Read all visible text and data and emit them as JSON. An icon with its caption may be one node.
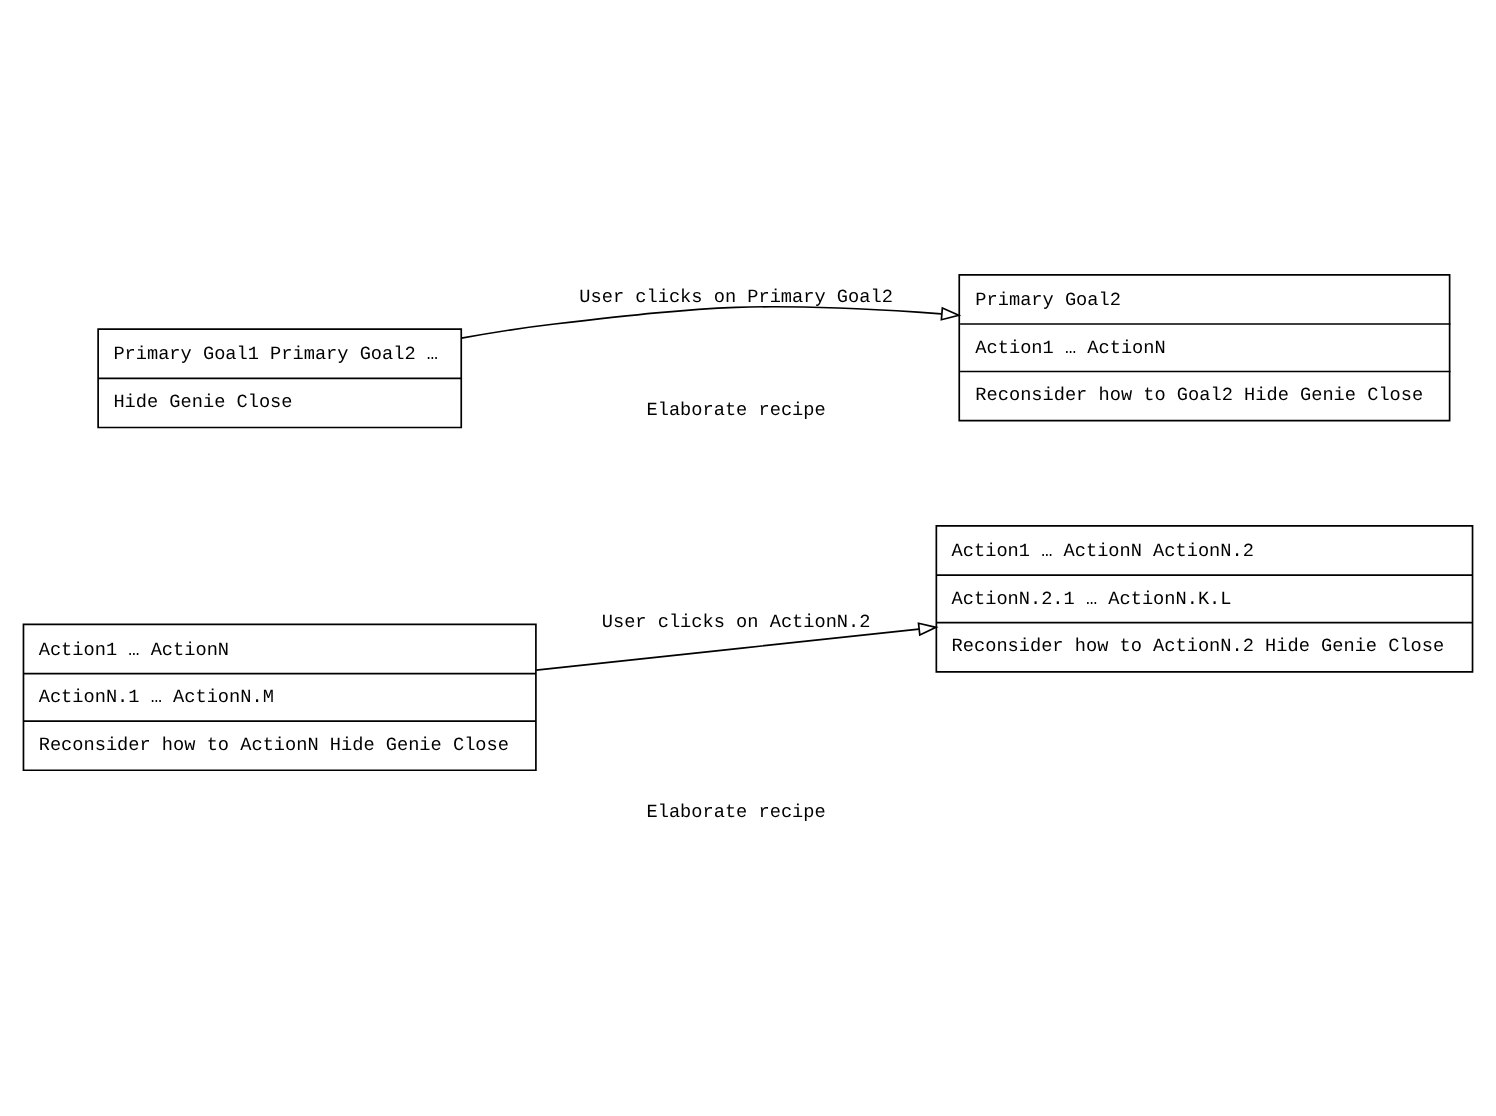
{
  "diagram": {
    "nodes": [
      {
        "text": [
          "Primary Goal1 Primary Goal2 …",
          "Hide Genie Close"
        ]
      },
      {
        "text": [
          "Primary Goal2",
          "Action1 … ActionN",
          "Reconsider how to Goal2 Hide Genie Close"
        ]
      },
      {
        "text": [
          "Action1 … ActionN",
          "ActionN.1 … ActionN.M",
          "Reconsider how to ActionN Hide Genie Close"
        ]
      },
      {
        "text": [
          "Action1 … ActionN ActionN.2",
          "ActionN.2.1 … ActionN.K.L",
          "Reconsider how to ActionN.2 Hide Genie Close"
        ]
      }
    ],
    "edges": [
      {
        "from": 0,
        "to": 1,
        "arrow": "to",
        "label": "User clicks on Primary Goal2"
      },
      {
        "from": 2,
        "to": 3,
        "arrow": "to",
        "label": "User clicks on ActionN.2"
      }
    ],
    "labels": [
      "Elaborate recipe",
      "Elaborate recipe"
    ]
  }
}
